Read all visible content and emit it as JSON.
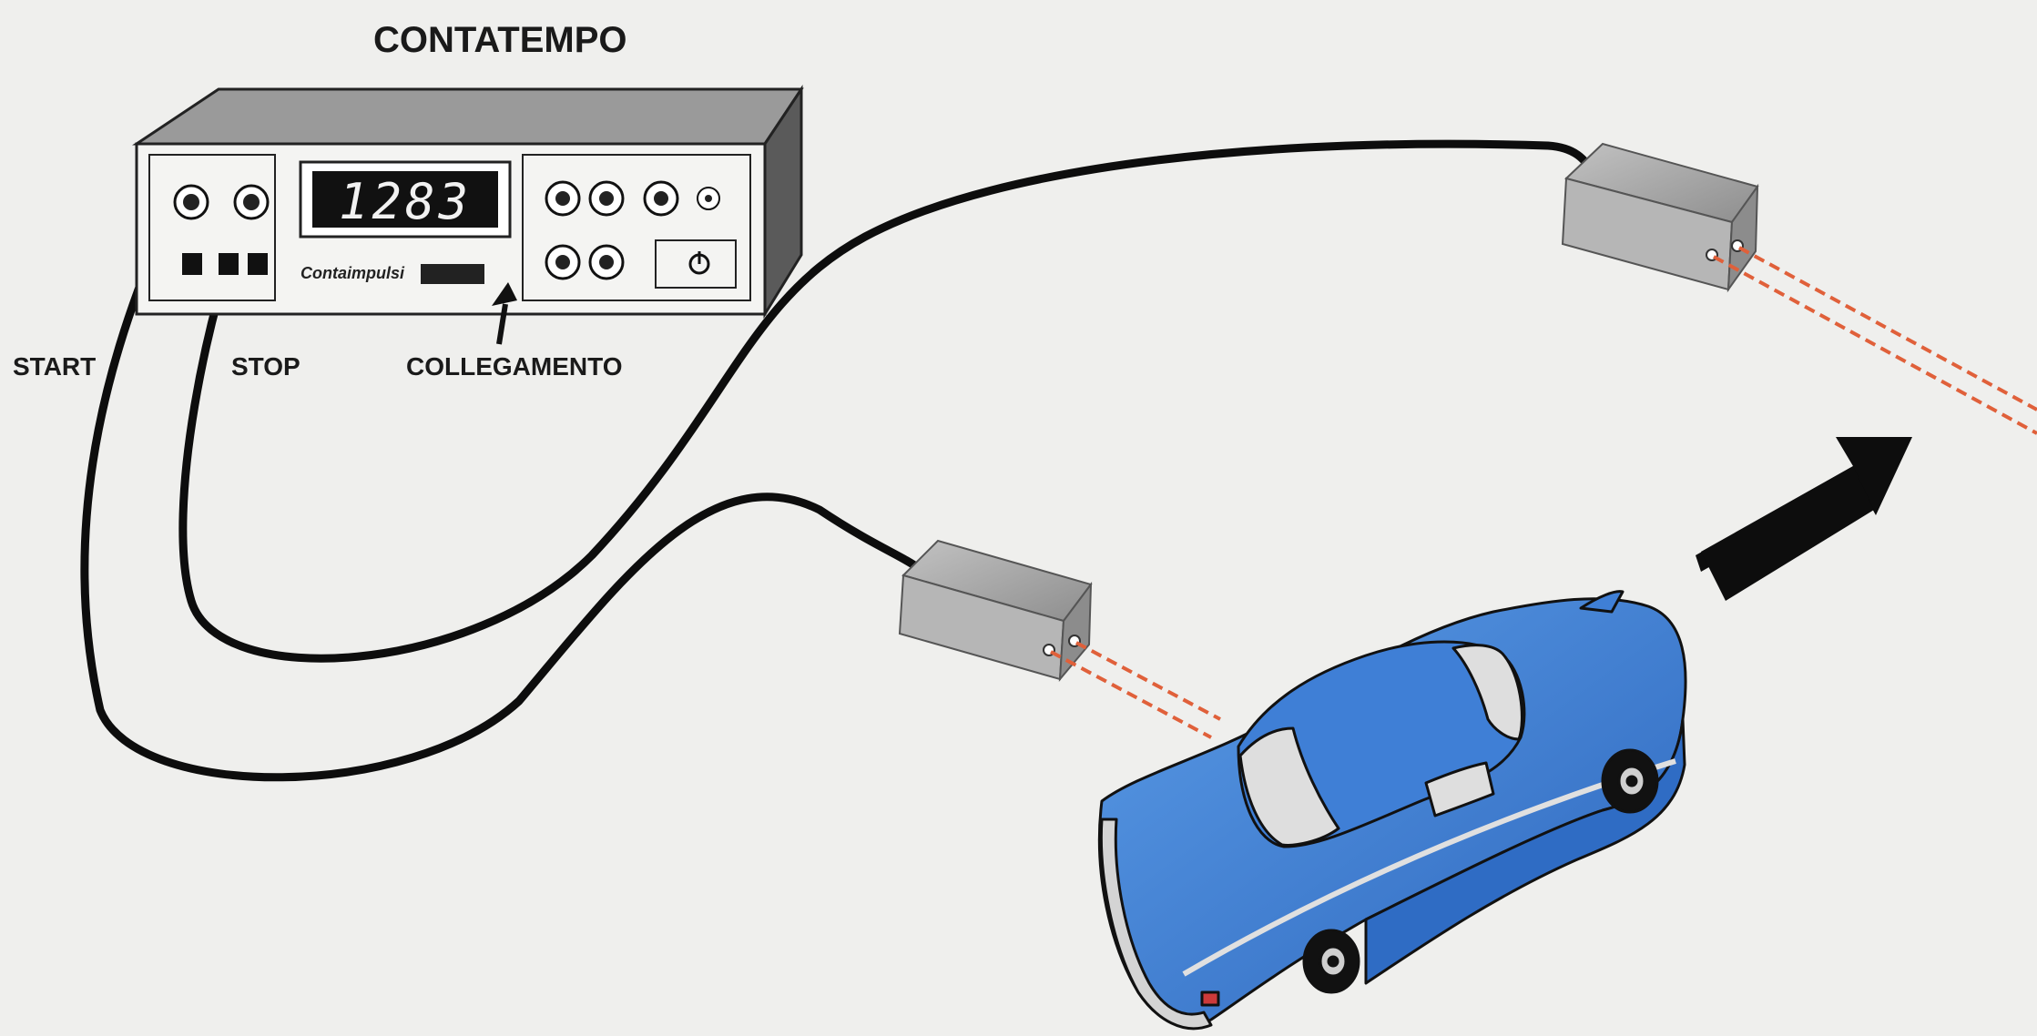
{
  "title": "CONTATEMPO",
  "labels": {
    "start": "START",
    "stop": "STOP",
    "link": "COLLEGAMENTO"
  },
  "device": {
    "display_value": "1283",
    "brand": "Contaimpulsi"
  },
  "colors": {
    "background": "#efefed",
    "device_body": "#f4f4f2",
    "device_top": "#9a9a9a",
    "device_side": "#5a5a5a",
    "display_bg": "#111111",
    "display_digits": "#f2f2f2",
    "sensor": "#a9a9a9",
    "beam": "#e0603a",
    "car": "#3f7fd6",
    "arrow": "#0d0d0d",
    "cable": "#0d0d0d"
  }
}
